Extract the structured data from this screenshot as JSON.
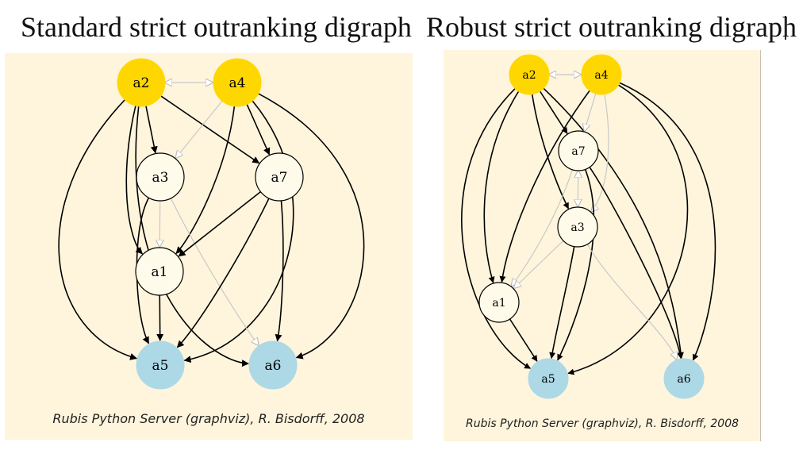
{
  "titles": {
    "left": "Standard strict outranking digraph",
    "right": "Robust strict outranking digraph"
  },
  "footer": "Rubis Python Server (graphviz), R. Bisdorff, 2008",
  "colors": {
    "panel_bg": "#fff5dc",
    "highlight_node": "#ffd700",
    "sink_node": "#add8e6",
    "plain_node": "#fffbea",
    "edge_strong": "#000000",
    "edge_weak": "#c8c8c8"
  },
  "left_graph": {
    "nodes": [
      {
        "id": "a2",
        "label": "a2",
        "style": "gold"
      },
      {
        "id": "a4",
        "label": "a4",
        "style": "gold"
      },
      {
        "id": "a3",
        "label": "a3",
        "style": "plain"
      },
      {
        "id": "a7",
        "label": "a7",
        "style": "plain"
      },
      {
        "id": "a1",
        "label": "a1",
        "style": "plain"
      },
      {
        "id": "a5",
        "label": "a5",
        "style": "blue"
      },
      {
        "id": "a6",
        "label": "a6",
        "style": "blue"
      }
    ],
    "edges": [
      {
        "from": "a2",
        "to": "a4",
        "kind": "weak-both"
      },
      {
        "from": "a2",
        "to": "a3",
        "kind": "strong"
      },
      {
        "from": "a2",
        "to": "a7",
        "kind": "strong"
      },
      {
        "from": "a2",
        "to": "a1",
        "kind": "strong"
      },
      {
        "from": "a2",
        "to": "a5",
        "kind": "strong"
      },
      {
        "from": "a2",
        "to": "a6",
        "kind": "strong"
      },
      {
        "from": "a4",
        "to": "a3",
        "kind": "weak"
      },
      {
        "from": "a4",
        "to": "a7",
        "kind": "strong"
      },
      {
        "from": "a4",
        "to": "a1",
        "kind": "strong"
      },
      {
        "from": "a4",
        "to": "a5",
        "kind": "strong"
      },
      {
        "from": "a4",
        "to": "a6",
        "kind": "strong"
      },
      {
        "from": "a3",
        "to": "a1",
        "kind": "weak"
      },
      {
        "from": "a3",
        "to": "a5",
        "kind": "strong"
      },
      {
        "from": "a3",
        "to": "a6",
        "kind": "weak"
      },
      {
        "from": "a7",
        "to": "a1",
        "kind": "strong"
      },
      {
        "from": "a7",
        "to": "a5",
        "kind": "strong"
      },
      {
        "from": "a7",
        "to": "a6",
        "kind": "strong"
      },
      {
        "from": "a1",
        "to": "a5",
        "kind": "strong"
      }
    ]
  },
  "right_graph": {
    "nodes": [
      {
        "id": "a2",
        "label": "a2",
        "style": "gold"
      },
      {
        "id": "a4",
        "label": "a4",
        "style": "gold"
      },
      {
        "id": "a7",
        "label": "a7",
        "style": "plain"
      },
      {
        "id": "a3",
        "label": "a3",
        "style": "plain"
      },
      {
        "id": "a1",
        "label": "a1",
        "style": "plain"
      },
      {
        "id": "a5",
        "label": "a5",
        "style": "blue"
      },
      {
        "id": "a6",
        "label": "a6",
        "style": "blue"
      }
    ],
    "edges": [
      {
        "from": "a2",
        "to": "a4",
        "kind": "weak-both"
      },
      {
        "from": "a2",
        "to": "a7",
        "kind": "strong"
      },
      {
        "from": "a2",
        "to": "a3",
        "kind": "strong"
      },
      {
        "from": "a2",
        "to": "a1",
        "kind": "strong"
      },
      {
        "from": "a2",
        "to": "a5",
        "kind": "strong"
      },
      {
        "from": "a2",
        "to": "a6",
        "kind": "strong"
      },
      {
        "from": "a4",
        "to": "a7",
        "kind": "weak"
      },
      {
        "from": "a4",
        "to": "a3",
        "kind": "weak"
      },
      {
        "from": "a4",
        "to": "a1",
        "kind": "strong"
      },
      {
        "from": "a4",
        "to": "a5",
        "kind": "strong"
      },
      {
        "from": "a4",
        "to": "a6",
        "kind": "strong"
      },
      {
        "from": "a7",
        "to": "a3",
        "kind": "weak-both"
      },
      {
        "from": "a7",
        "to": "a1",
        "kind": "weak"
      },
      {
        "from": "a7",
        "to": "a5",
        "kind": "strong"
      },
      {
        "from": "a7",
        "to": "a6",
        "kind": "strong"
      },
      {
        "from": "a3",
        "to": "a1",
        "kind": "weak"
      },
      {
        "from": "a3",
        "to": "a5",
        "kind": "strong"
      },
      {
        "from": "a3",
        "to": "a6",
        "kind": "weak"
      },
      {
        "from": "a1",
        "to": "a5",
        "kind": "strong"
      }
    ]
  }
}
